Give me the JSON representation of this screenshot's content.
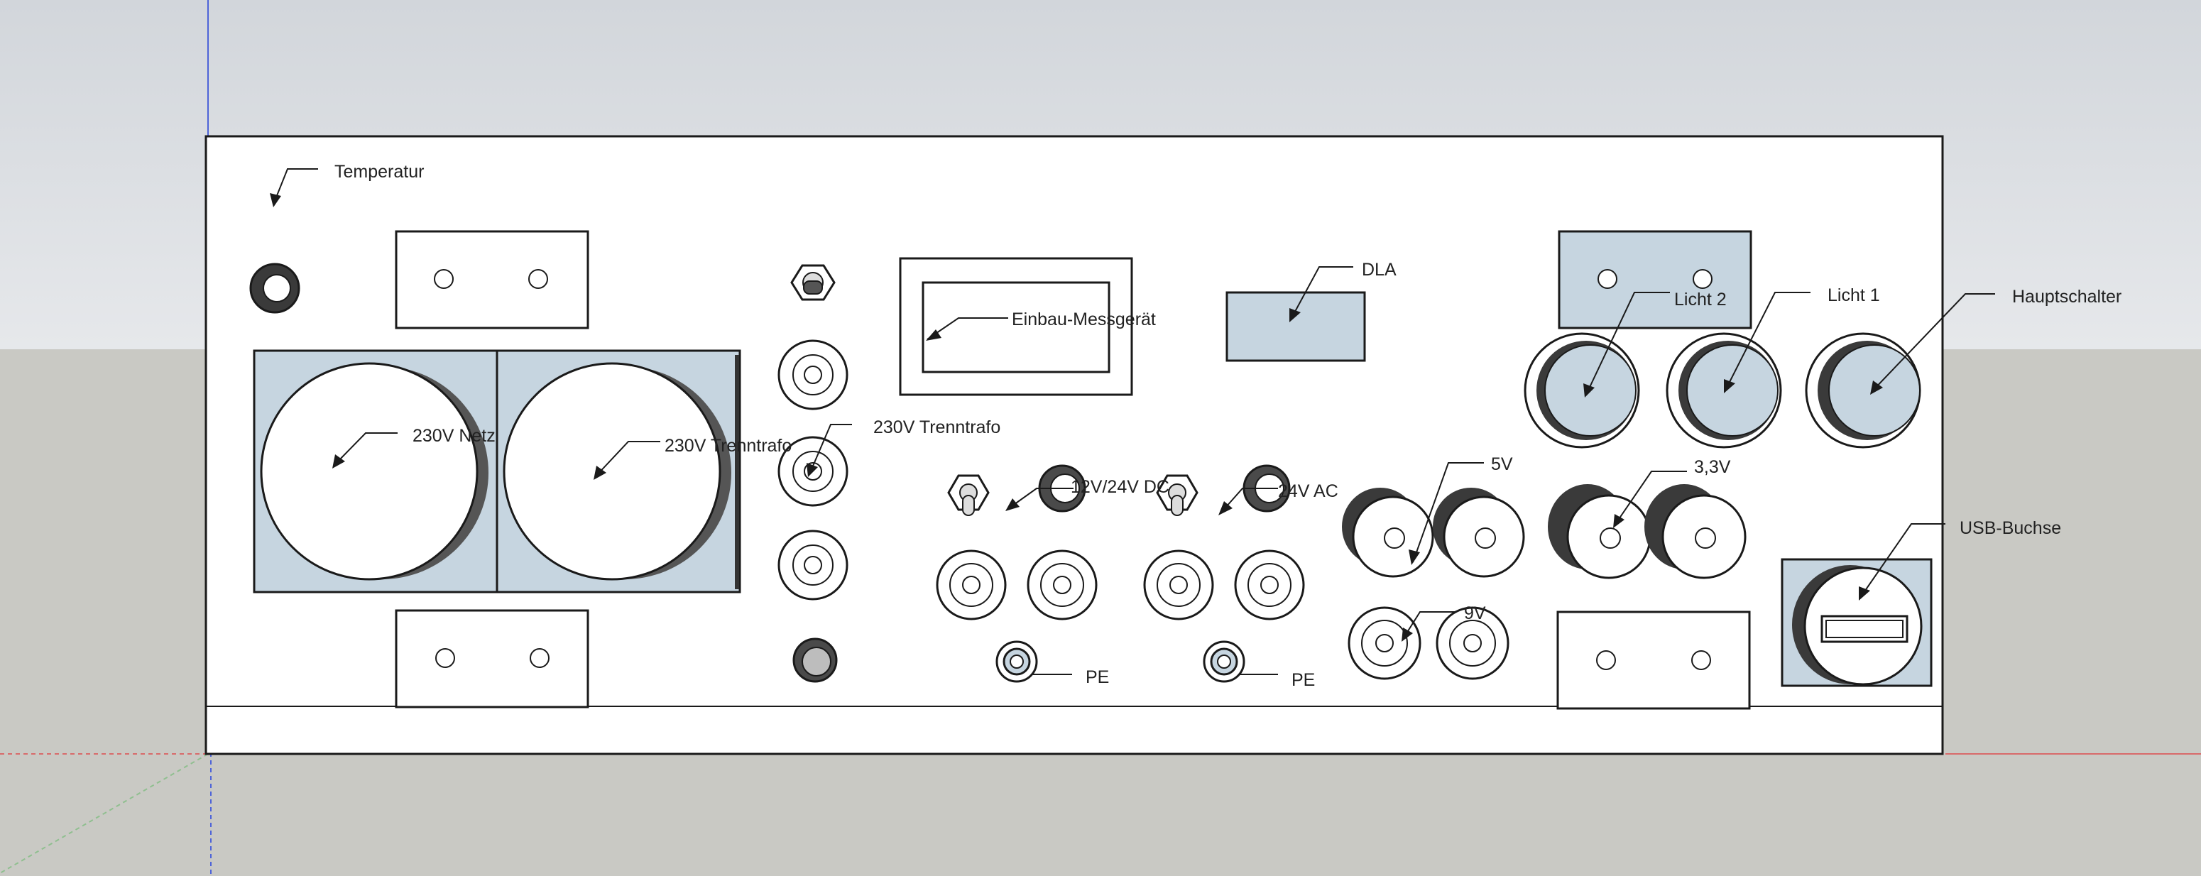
{
  "labels": {
    "temperatur": "Temperatur",
    "netz": "230V Netz",
    "trenntrafo_big": "230V Trenntrafo",
    "trenntrafo_small": "230V Trenntrafo",
    "messgeraet": "Einbau-Messgerät",
    "dla": "DLA",
    "dc": "12V/24V DC",
    "ac": "24V AC",
    "pe1": "PE",
    "pe2": "PE",
    "v5": "5V",
    "v33": "3,3V",
    "v9": "9V",
    "licht2": "Licht 2",
    "licht1": "Licht 1",
    "hauptschalter": "Hauptschalter",
    "usb": "USB-Buchse"
  },
  "colors": {
    "sky": "#dde1e6",
    "ground": "#c9c9c4",
    "panel": "#ffffff",
    "fill_blue": "#c6d5e0",
    "line": "#1a1a1a",
    "shadow": "#4d4d4d",
    "axis_blue": "#4d63d8",
    "axis_red": "#d86a6a",
    "axis_green": "#8fbf8f"
  }
}
